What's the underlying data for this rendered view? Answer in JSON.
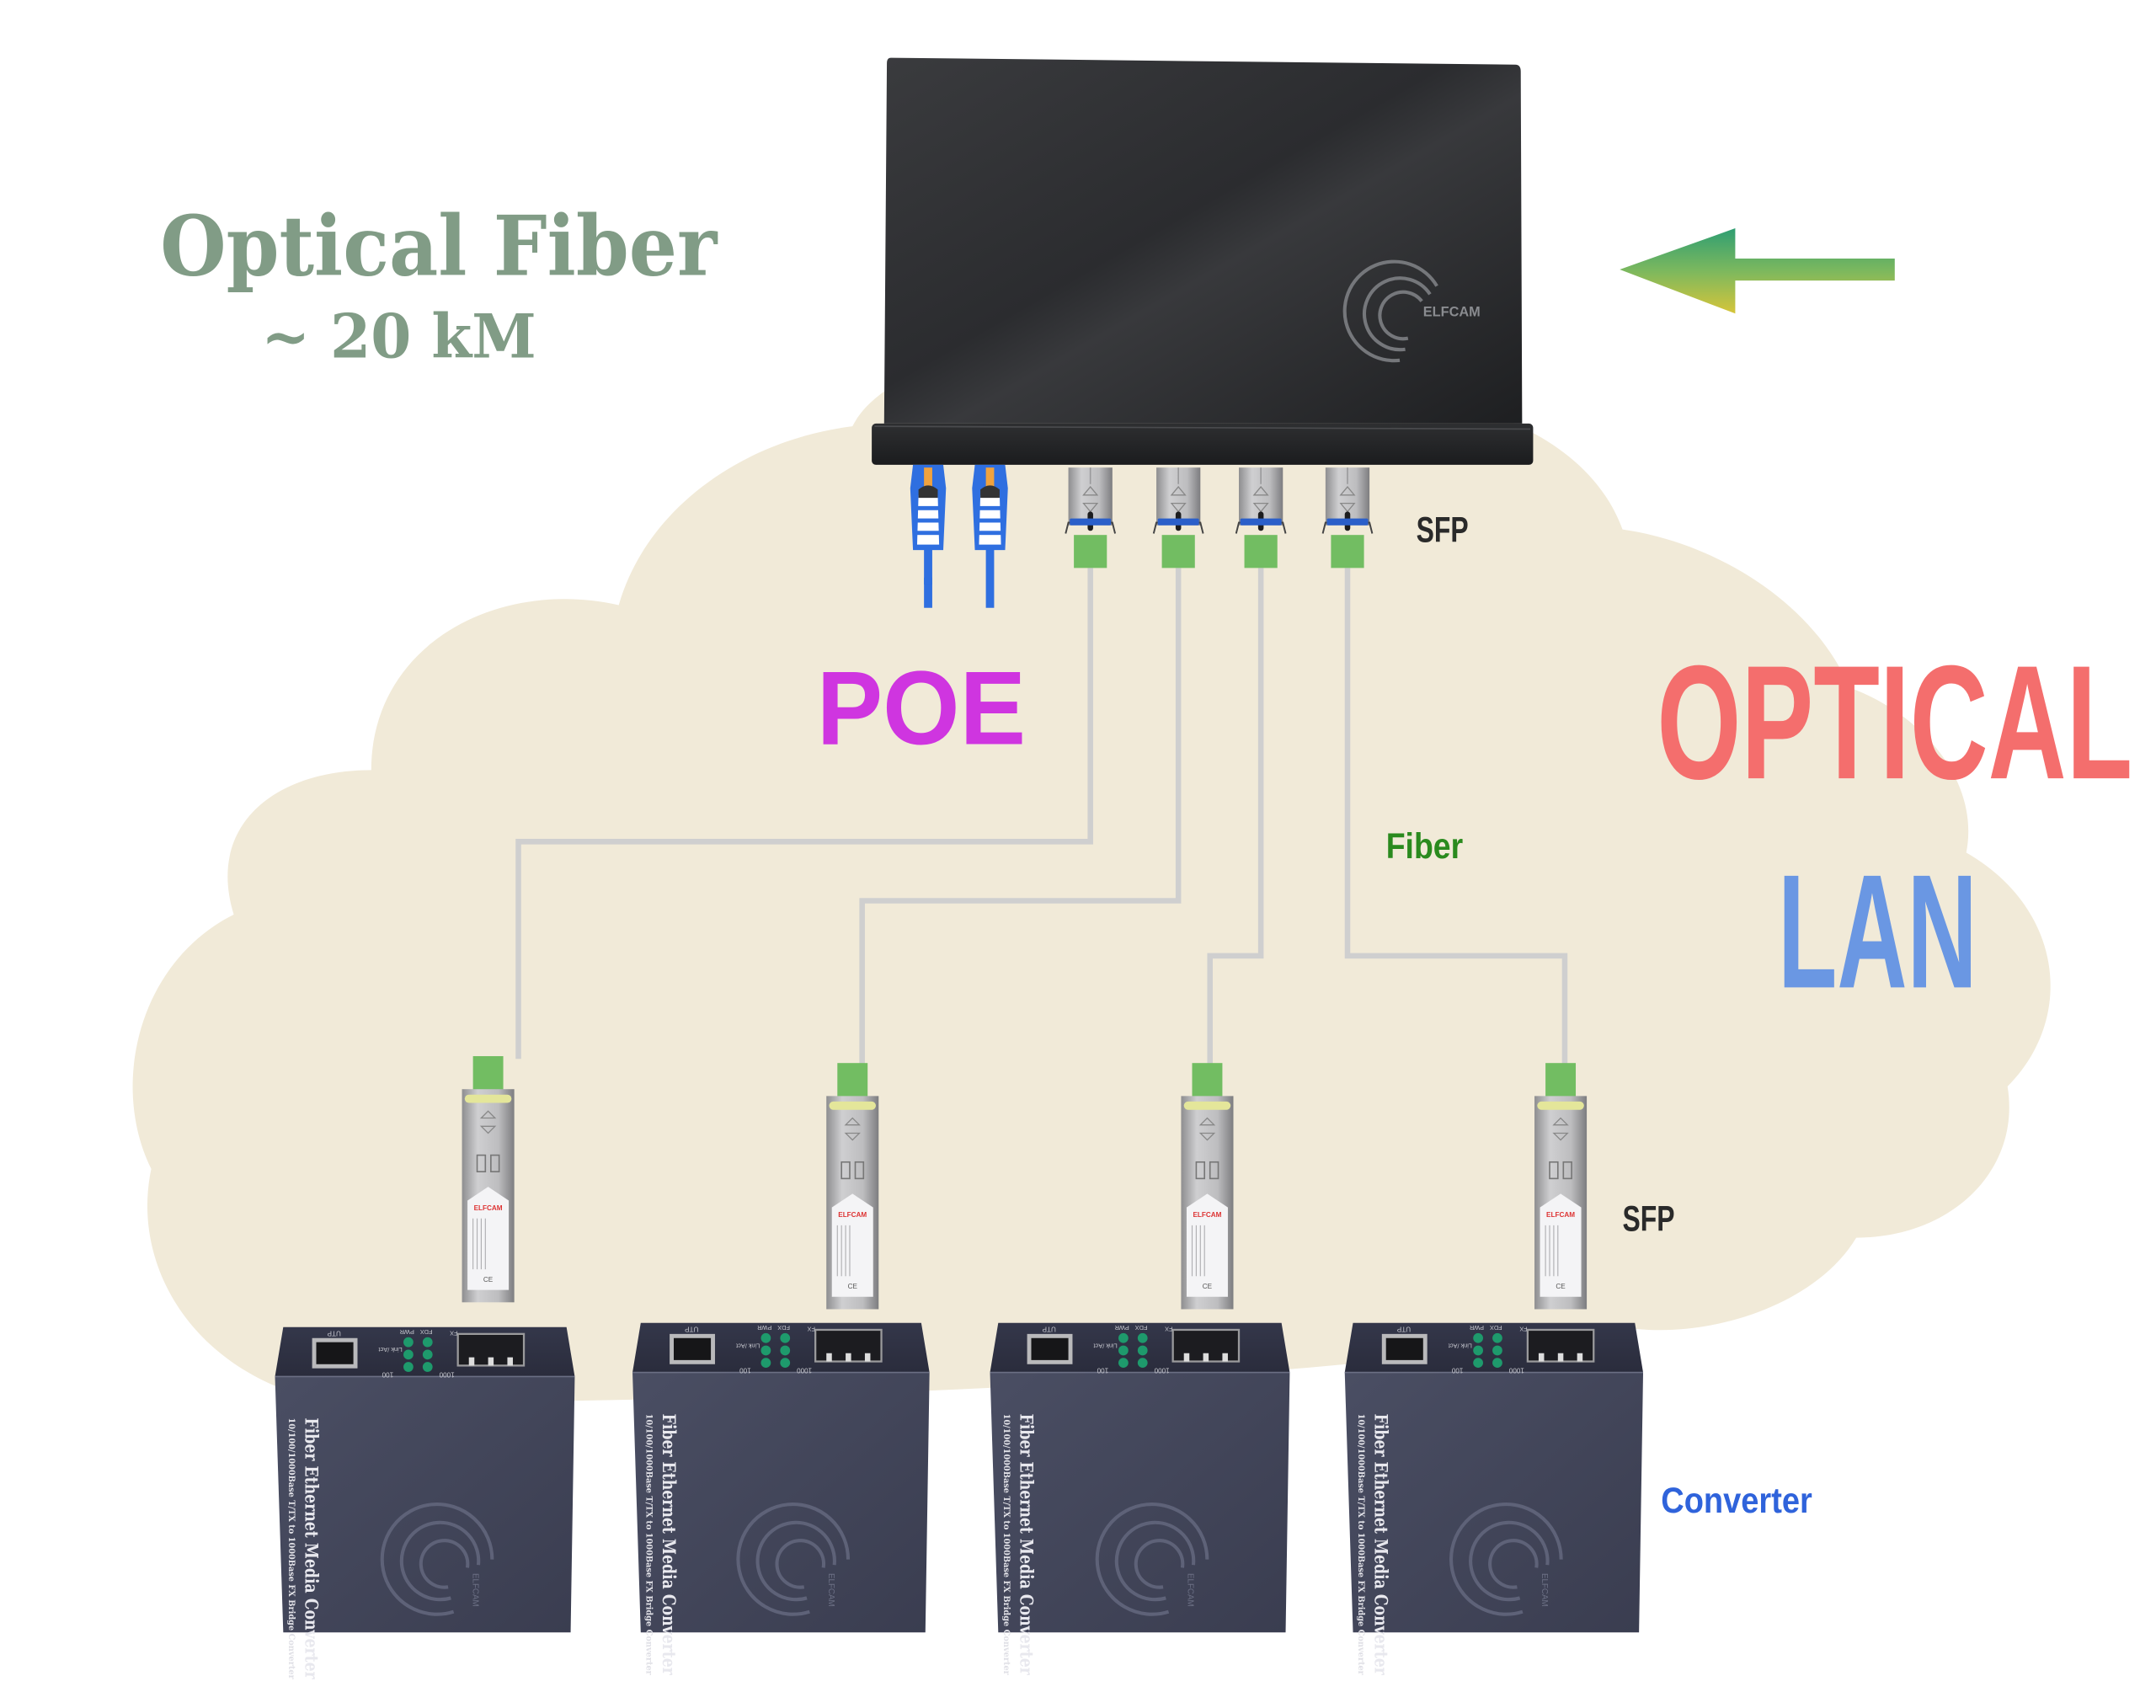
{
  "title": {
    "line1": "Optical  Fiber",
    "line2": "~ 20 kM",
    "color": "#819c86"
  },
  "arrow": {
    "icon": "left-arrow-icon",
    "color_top": "#2f9e72",
    "color_bottom": "#d6c53a"
  },
  "switch": {
    "brand": "ELFCAM",
    "ethernet_ports": 2,
    "sfp_ports": 4
  },
  "labels": {
    "poe": "POE",
    "sfp_top": "SFP",
    "fiber": "Fiber",
    "optical": "OPTICAL",
    "lan": "LAN",
    "sfp_bottom": "SFP",
    "converter": "Converter"
  },
  "colors": {
    "cloud": "#f1ead8",
    "poe": "#cf35e0",
    "optical": "#f46e6d",
    "lan": "#6a97e3",
    "fiber_label": "#2a8a1e",
    "converter_label": "#2f63db",
    "fiber_cable": "#cfcfcf",
    "ethernet_cable": "#2f6fe0",
    "sfp_green": "#72bd62"
  },
  "sfp_module": {
    "brand": "ELFCAM",
    "mark": "CE"
  },
  "converters": [
    {
      "name": "Fiber Ethernet Media Converter",
      "spec": "10/100/1000Base T/TX to 1000Base FX Bridge Converter",
      "brand": "ELFCAM",
      "port_utp": "UTP",
      "port_fx": "FX",
      "led_pwr": "PWR",
      "led_fdx": "FDX",
      "led_link": "Link /Act",
      "speed_100": "100",
      "speed_1000": "1000"
    },
    {
      "name": "Fiber Ethernet Media Converter",
      "spec": "10/100/1000Base T/TX to 1000Base FX Bridge Converter",
      "brand": "ELFCAM",
      "port_utp": "UTP",
      "port_fx": "FX",
      "led_pwr": "PWR",
      "led_fdx": "FDX",
      "led_link": "Link /Act",
      "speed_100": "100",
      "speed_1000": "1000"
    },
    {
      "name": "Fiber Ethernet Media Converter",
      "spec": "10/100/1000Base T/TX to 1000Base FX Bridge Converter",
      "brand": "ELFCAM",
      "port_utp": "UTP",
      "port_fx": "FX",
      "led_pwr": "PWR",
      "led_fdx": "FDX",
      "led_link": "Link /Act",
      "speed_100": "100",
      "speed_1000": "1000"
    },
    {
      "name": "Fiber Ethernet Media Converter",
      "spec": "10/100/1000Base T/TX to 1000Base FX Bridge Converter",
      "brand": "ELFCAM",
      "port_utp": "UTP",
      "port_fx": "FX",
      "led_pwr": "PWR",
      "led_fdx": "FDX",
      "led_link": "Link /Act",
      "speed_100": "100",
      "speed_1000": "1000"
    }
  ]
}
